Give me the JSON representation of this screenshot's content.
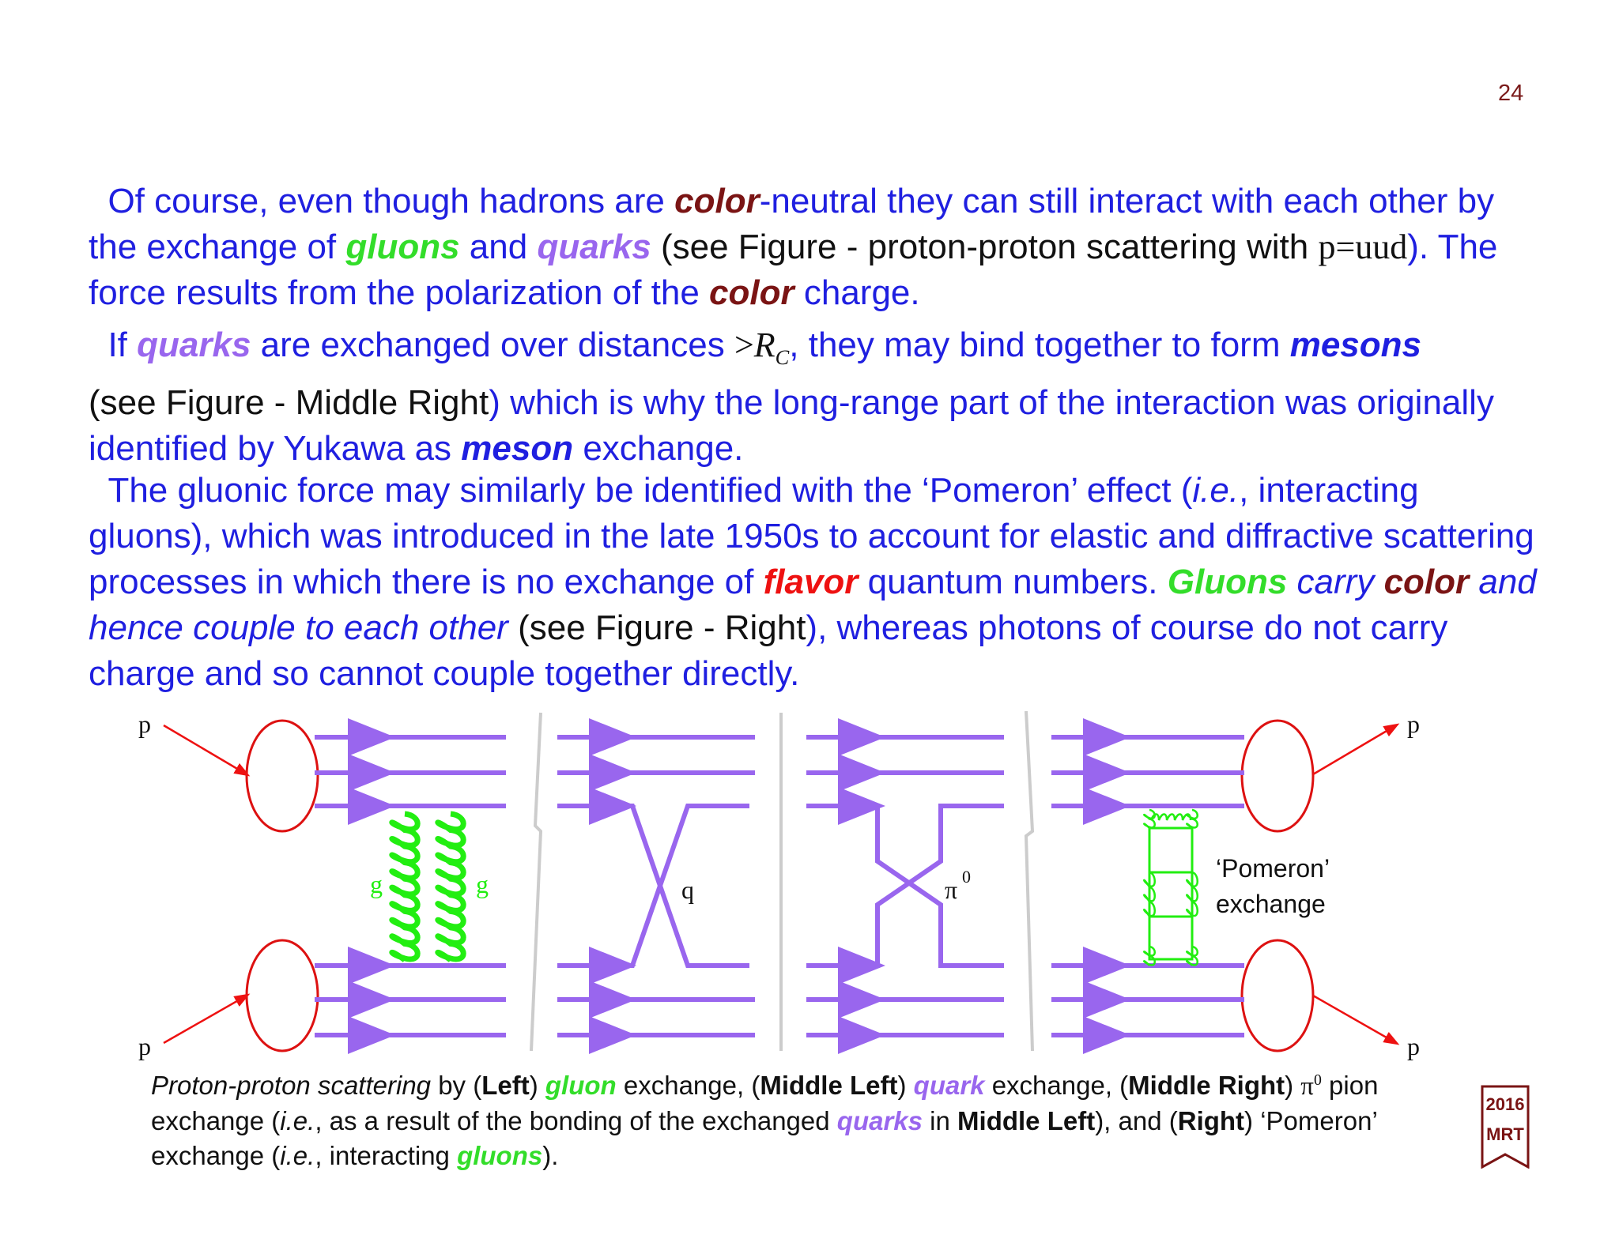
{
  "page_number": "24",
  "paragraph1": {
    "t1": "Of course, even though hadrons are ",
    "color1": "color",
    "t2": "-neutral they can still interact with each other by the exchange of ",
    "gluons": "gluons",
    "t3": " and ",
    "quarks": "quarks",
    "t4": " (see Figure - proton-proton scattering with ",
    "formula": "p=uud",
    "t5": "). The force results from the polarization of the ",
    "color2": "color",
    "t6": " charge."
  },
  "paragraph2": {
    "t1": "If ",
    "quarks": "quarks",
    "t2": " are exchanged over distances ",
    "gt": ">",
    "R": "R",
    "C": "C",
    "t3": ", they may bind together to form ",
    "mesons": "mesons",
    "t4": "(see Figure - Middle Right",
    "t5": ") which is why the long-range part of the interaction was originally identified by Yukawa as ",
    "meson": "meson",
    "t6": " exchange."
  },
  "paragraph3": {
    "t1": "The gluonic force may similarly be identified with the ‘Pomeron’ effect (",
    "ie": "i.e.",
    "t2": ", interacting gluons), which was introduced in the late 1950s to account for elastic and diffractive scattering processes in which there is no exchange of ",
    "flavor": "flavor",
    "t3": " quantum numbers. ",
    "gluons": "Gluons",
    "t4a": " carry ",
    "color": "color",
    "t4b": " and hence couple to each other",
    "t5": " (see Figure - Right",
    "t6": "), whereas photons of course do not carry charge and so cannot couple together directly."
  },
  "figure": {
    "p_label": "p",
    "g_label": "g",
    "q_label": "q",
    "pi_label": "π",
    "pi_sup": "0",
    "pomeron_line1": "‘Pomeron’",
    "pomeron_line2": "exchange"
  },
  "caption": {
    "c1": "Proton-proton scattering",
    "c2": " by (",
    "left": "Left",
    "c3": ") ",
    "gluon": "gluon",
    "c4": " exchange, (",
    "middle_left": "Middle Left",
    "c5": ") ",
    "quark": "quark",
    "c6": " exchange, (",
    "middle_right": "Middle Right",
    "c7": ") ",
    "pi": "π",
    "pi_sup": "0",
    "c8": " pion exchange (",
    "ie1": "i.e.",
    "c9": ", as a result of the bonding of the exchanged ",
    "quarks": "quarks",
    "c10": " in ",
    "middle_left2": "Middle Left",
    "c11": "), and (",
    "right": "Right",
    "c12": ") ‘Pomeron’ exchange (",
    "ie2": "i.e.",
    "c13": ", interacting ",
    "gluons": "gluons",
    "c14": ")."
  },
  "badge": {
    "year": "2016",
    "initials": "MRT"
  },
  "colors": {
    "text_blue": "#1f1fe0",
    "color_word": "#7a1414",
    "gluon_green": "#33dd2a",
    "quark_purple": "#9966ee",
    "flavor_red": "#ee1111",
    "proton_red": "#dd1111",
    "quark_line": "#9966ee",
    "divider_gray": "#cccccc"
  }
}
